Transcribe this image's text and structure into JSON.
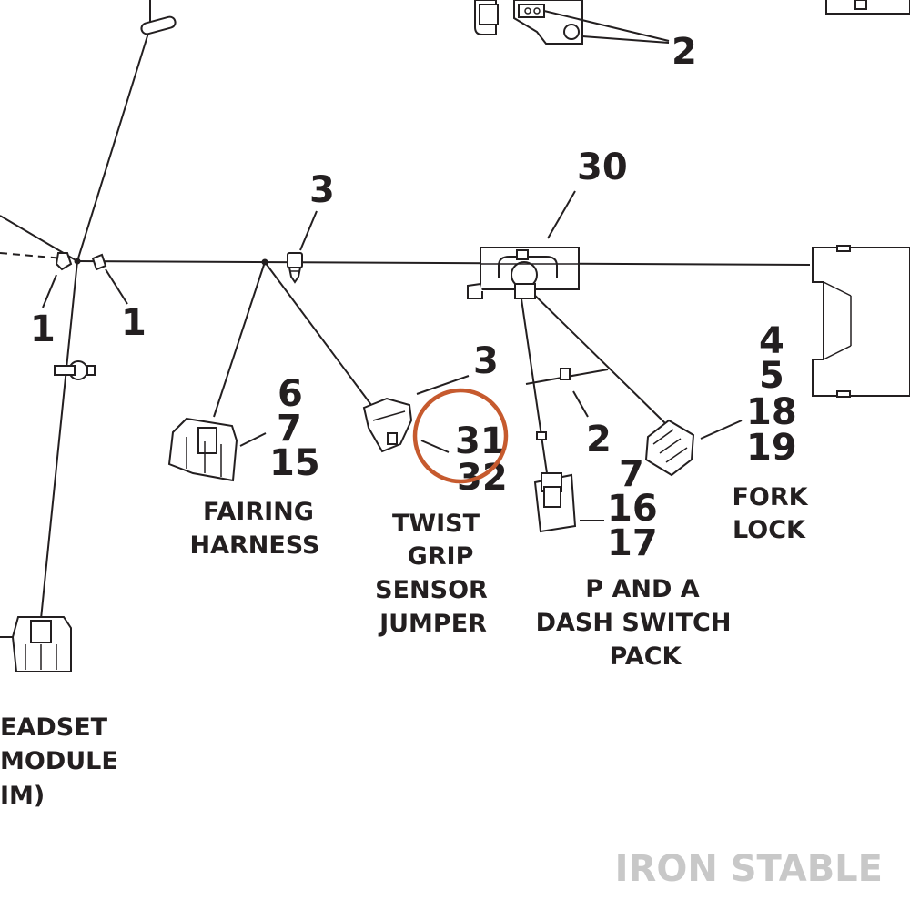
{
  "callouts": {
    "c2_top": "2",
    "c30": "30",
    "c3_left": "3",
    "c1_a": "1",
    "c1_b": "1",
    "c3_twist": "3",
    "c31": "31",
    "c32": "32",
    "c6": "6",
    "c7_fairing": "7",
    "c15": "15",
    "c2_mid": "2",
    "c7_dash": "7",
    "c16": "16",
    "c17": "17",
    "c4": "4",
    "c5": "5",
    "c18": "18",
    "c19": "19"
  },
  "labels": {
    "fairing_harness": [
      "FAIRING",
      "HARNESS"
    ],
    "twist_grip": [
      "TWIST",
      "GRIP",
      "SENSOR",
      "JUMPER"
    ],
    "p_and_a": [
      "P AND A",
      "DASH SWITCH",
      "PACK"
    ],
    "fork_lock": [
      "FORK",
      "LOCK"
    ],
    "headset": [
      "EADSET",
      "MODULE",
      "IM)"
    ]
  },
  "watermark": "IRON STABLE",
  "highlight_color": "#c65a2e",
  "ink_color": "#231f20"
}
